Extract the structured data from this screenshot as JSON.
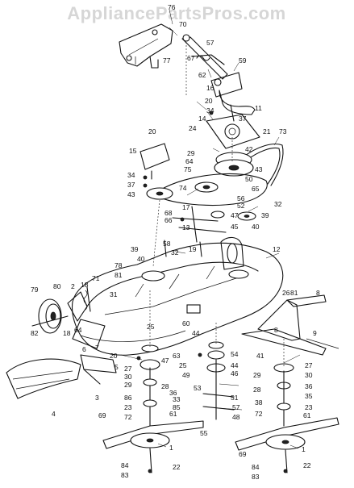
{
  "watermark": "AppliancePartsPros.com",
  "labels": [
    {
      "text": "76"
    },
    {
      "text": "70"
    },
    {
      "text": "77"
    },
    {
      "text": "67"
    },
    {
      "text": "57"
    },
    {
      "text": "59"
    },
    {
      "text": "62"
    },
    {
      "text": "16"
    },
    {
      "text": "20"
    },
    {
      "text": "11"
    },
    {
      "text": "34"
    },
    {
      "text": "37"
    },
    {
      "text": "14"
    },
    {
      "text": "24"
    },
    {
      "text": "21"
    },
    {
      "text": "73"
    },
    {
      "text": "20"
    },
    {
      "text": "15"
    },
    {
      "text": "42"
    },
    {
      "text": "29"
    },
    {
      "text": "64"
    },
    {
      "text": "75"
    },
    {
      "text": "43"
    },
    {
      "text": "34"
    },
    {
      "text": "50"
    },
    {
      "text": "37"
    },
    {
      "text": "43"
    },
    {
      "text": "74"
    },
    {
      "text": "65"
    },
    {
      "text": "56"
    },
    {
      "text": "52"
    },
    {
      "text": "32"
    },
    {
      "text": "17"
    },
    {
      "text": "68"
    },
    {
      "text": "47"
    },
    {
      "text": "39"
    },
    {
      "text": "66"
    },
    {
      "text": "13"
    },
    {
      "text": "45"
    },
    {
      "text": "40"
    },
    {
      "text": "58"
    },
    {
      "text": "19"
    },
    {
      "text": "12"
    },
    {
      "text": "39"
    },
    {
      "text": "32"
    },
    {
      "text": "40"
    },
    {
      "text": "78"
    },
    {
      "text": "81"
    },
    {
      "text": "79"
    },
    {
      "text": "80"
    },
    {
      "text": "2"
    },
    {
      "text": "18"
    },
    {
      "text": "71"
    },
    {
      "text": "31"
    },
    {
      "text": "26"
    },
    {
      "text": "81"
    },
    {
      "text": "8"
    },
    {
      "text": "82"
    },
    {
      "text": "18"
    },
    {
      "text": "64"
    },
    {
      "text": "25"
    },
    {
      "text": "60"
    },
    {
      "text": "9"
    },
    {
      "text": "8"
    },
    {
      "text": "44"
    },
    {
      "text": "6"
    },
    {
      "text": "7"
    },
    {
      "text": "20"
    },
    {
      "text": "63"
    },
    {
      "text": "54"
    },
    {
      "text": "41"
    },
    {
      "text": "5"
    },
    {
      "text": "27"
    },
    {
      "text": "47"
    },
    {
      "text": "25"
    },
    {
      "text": "44"
    },
    {
      "text": "27"
    },
    {
      "text": "30"
    },
    {
      "text": "49"
    },
    {
      "text": "46"
    },
    {
      "text": "30"
    },
    {
      "text": "3"
    },
    {
      "text": "29"
    },
    {
      "text": "28"
    },
    {
      "text": "36"
    },
    {
      "text": "29"
    },
    {
      "text": "28"
    },
    {
      "text": "36"
    },
    {
      "text": "53"
    },
    {
      "text": "33"
    },
    {
      "text": "86"
    },
    {
      "text": "85"
    },
    {
      "text": "51"
    },
    {
      "text": "35"
    },
    {
      "text": "38"
    },
    {
      "text": "4"
    },
    {
      "text": "23"
    },
    {
      "text": "72"
    },
    {
      "text": "61"
    },
    {
      "text": "57"
    },
    {
      "text": "48"
    },
    {
      "text": "23"
    },
    {
      "text": "72"
    },
    {
      "text": "61"
    },
    {
      "text": "69"
    },
    {
      "text": "55"
    },
    {
      "text": "69"
    },
    {
      "text": "1"
    },
    {
      "text": "1"
    },
    {
      "text": "84"
    },
    {
      "text": "22"
    },
    {
      "text": "83"
    },
    {
      "text": "84"
    },
    {
      "text": "22"
    },
    {
      "text": "83"
    }
  ]
}
